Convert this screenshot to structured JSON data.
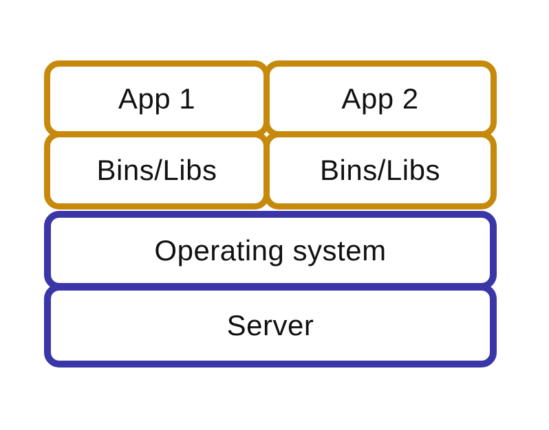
{
  "diagram": {
    "type": "stack-architecture",
    "colors": {
      "app_layer_border": "#C6890B",
      "infra_layer_border": "#3B36A8",
      "text": "#111111",
      "background": "#FFFFFF"
    },
    "boxes": [
      {
        "id": "app-1",
        "label": "App 1",
        "layer": "application"
      },
      {
        "id": "app-2",
        "label": "App 2",
        "layer": "application"
      },
      {
        "id": "bins-libs-1",
        "label": "Bins/Libs",
        "layer": "application"
      },
      {
        "id": "bins-libs-2",
        "label": "Bins/Libs",
        "layer": "application"
      },
      {
        "id": "operating-system",
        "label": "Operating system",
        "layer": "infrastructure"
      },
      {
        "id": "server",
        "label": "Server",
        "layer": "infrastructure"
      }
    ]
  }
}
